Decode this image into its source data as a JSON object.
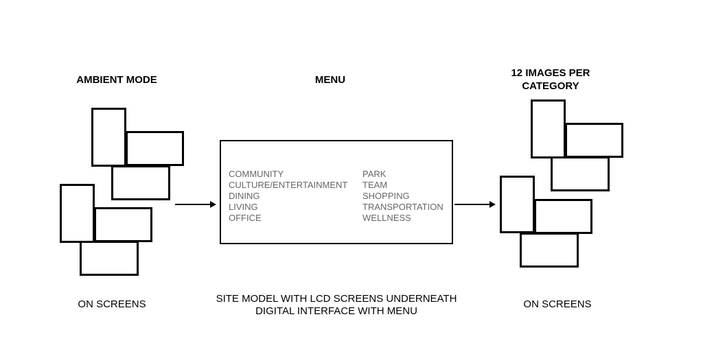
{
  "ambient": {
    "title": "AMBIENT MODE",
    "caption": "ON SCREENS"
  },
  "menu": {
    "title": "MENU",
    "left_items": [
      "COMMUNITY",
      "CULTURE/ENTERTAINMENT",
      "DINING",
      "LIVING",
      "OFFICE"
    ],
    "right_items": [
      "PARK",
      "TEAM",
      "SHOPPING",
      "TRANSPORTATION",
      "WELLNESS"
    ],
    "caption_line1": "SITE MODEL WITH LCD SCREENS UNDERNEATH",
    "caption_line2": "DIGITAL INTERFACE WITH MENU"
  },
  "category": {
    "title_line1": "12 IMAGES PER",
    "title_line2": "CATEGORY",
    "caption": "ON SCREENS"
  },
  "colors": {
    "stroke": "#000000",
    "menu_text": "#666666",
    "background": "#ffffff"
  }
}
